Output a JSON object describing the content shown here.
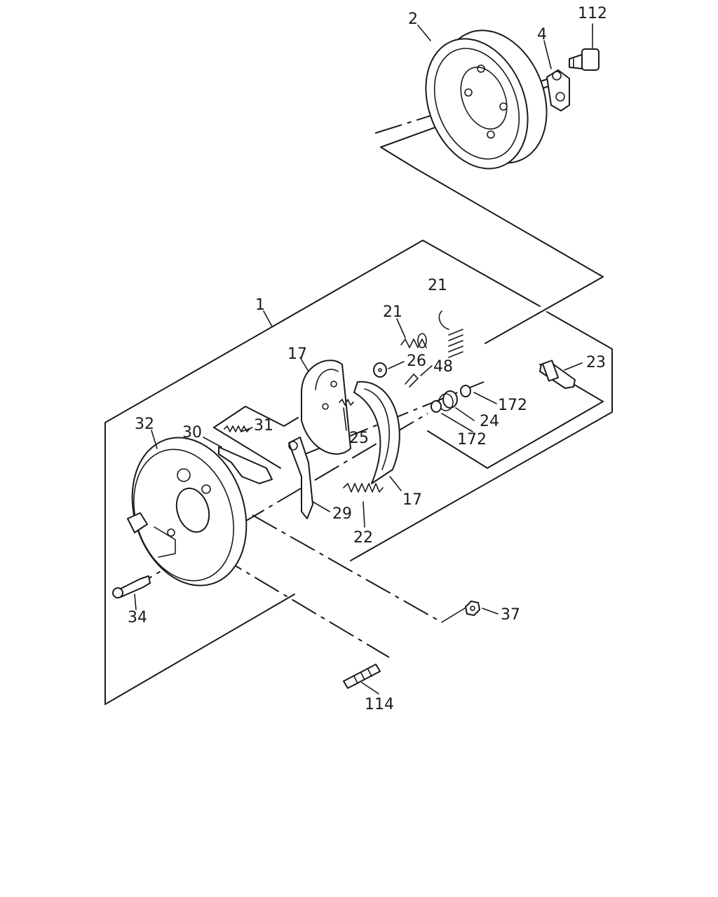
{
  "callouts": {
    "c1": "1",
    "c2": "2",
    "c4": "4",
    "c112": "112",
    "c21a": "21",
    "c21b": "21",
    "c17a": "17",
    "c17b": "17",
    "c26": "26",
    "c48": "48",
    "c23": "23",
    "c172a": "172",
    "c172b": "172",
    "c24": "24",
    "c25": "25",
    "c31": "31",
    "c30": "30",
    "c32": "32",
    "c29": "29",
    "c22": "22",
    "c34": "34",
    "c37": "37",
    "c114": "114"
  }
}
